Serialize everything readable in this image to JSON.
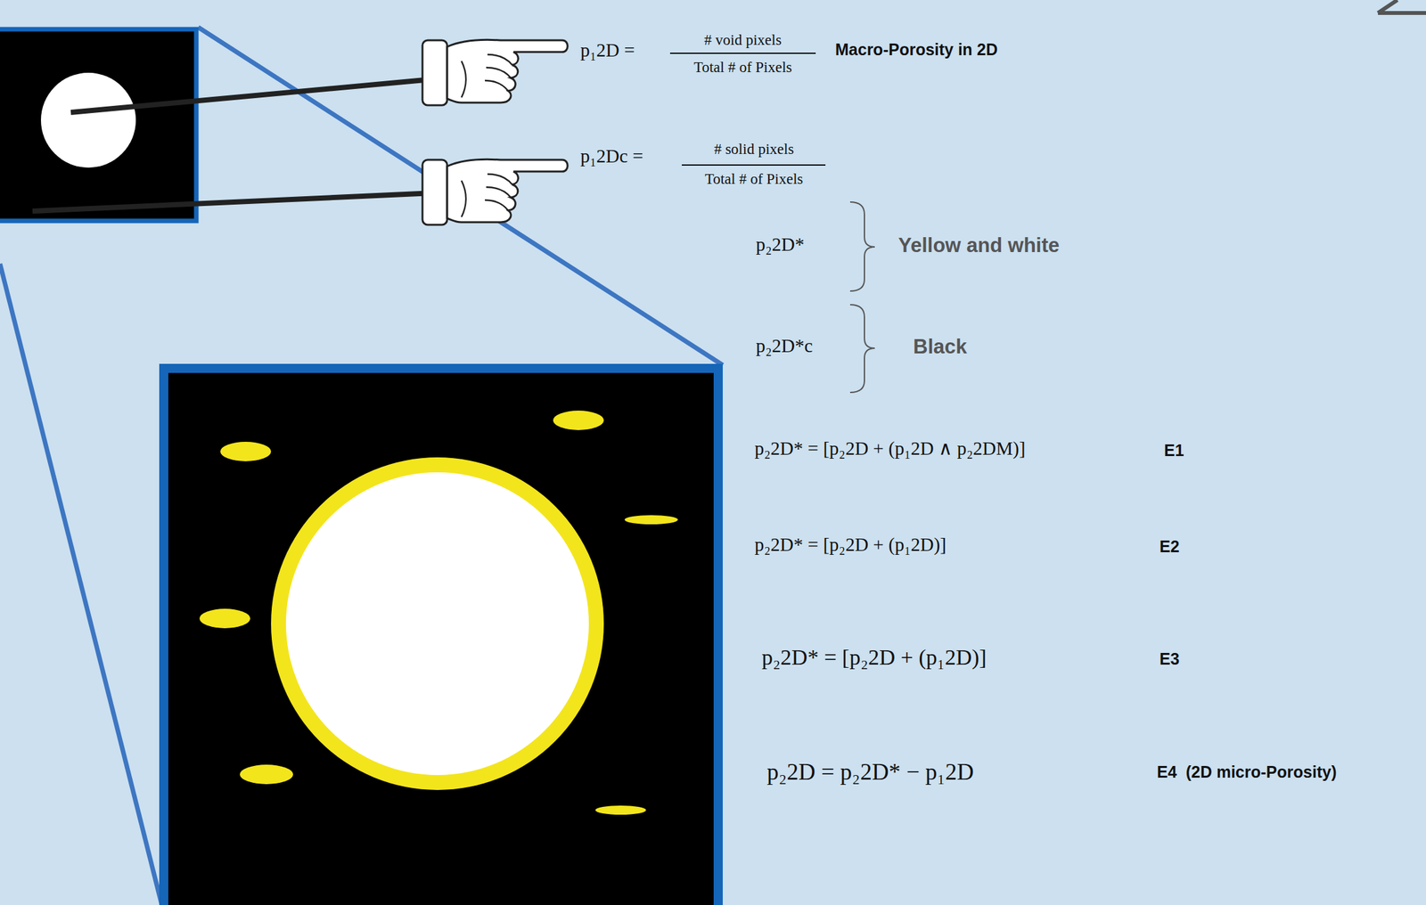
{
  "diagram": {
    "labels": [
      "p₁2D =",
      "# void pixels",
      "Total # of Pixels",
      "Macro-Porosity in 2D",
      "p₁2Dc =",
      "# solid pixels",
      "Total # of Pixels",
      "p₂2D*",
      "Yellow and white",
      "p₂2D*c",
      "Black",
      "p₂2D* = [p₂2D + (p₁2D ∧ p₂2DM)]",
      "E1",
      "p₂2D* = [p₂2D + (p₁2D)]",
      "E2",
      "p₂2D* = [p₂2D + (p₁2D)]",
      "E3",
      "p₂2D = p₂2D* − p₁2D",
      "E4  (2D micro-Porosity)"
    ]
  }
}
